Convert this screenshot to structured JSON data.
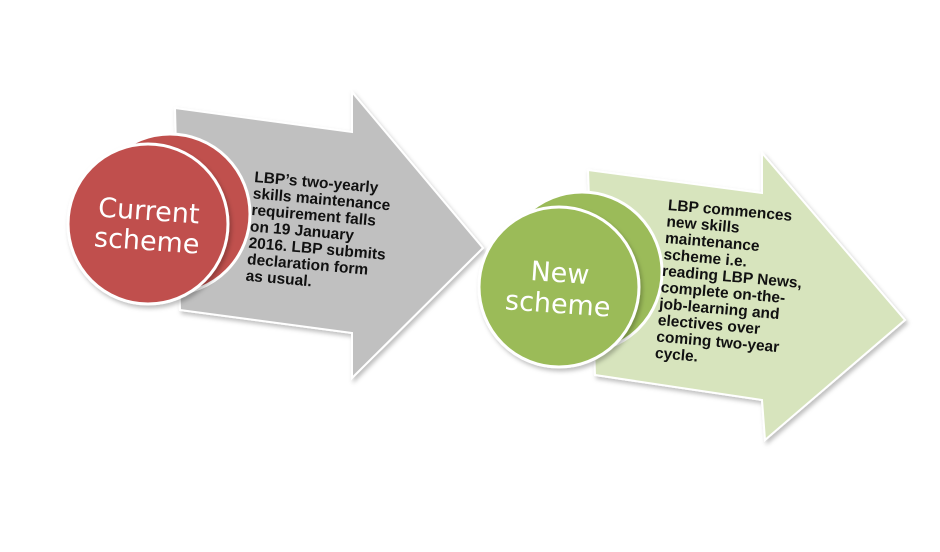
{
  "colors": {
    "current": "#c0504d",
    "current_arrow": "#c0c0c0",
    "new": "#9bbb59",
    "new_arrow": "#d7e4bd"
  },
  "current": {
    "title": [
      "Current",
      "scheme"
    ],
    "description": [
      "LBP’s two-yearly",
      "skills maintenance",
      "requirement falls",
      "on 19 January",
      "2016. LBP submits",
      "declaration form",
      "as usual."
    ]
  },
  "new": {
    "title": [
      "New",
      "scheme"
    ],
    "description": [
      "LBP commences",
      "new skills",
      "maintenance",
      "scheme i.e.",
      "reading LBP News,",
      "complete on-the-",
      "job-learning  and",
      "electives over",
      "coming two-year",
      "cycle."
    ]
  }
}
